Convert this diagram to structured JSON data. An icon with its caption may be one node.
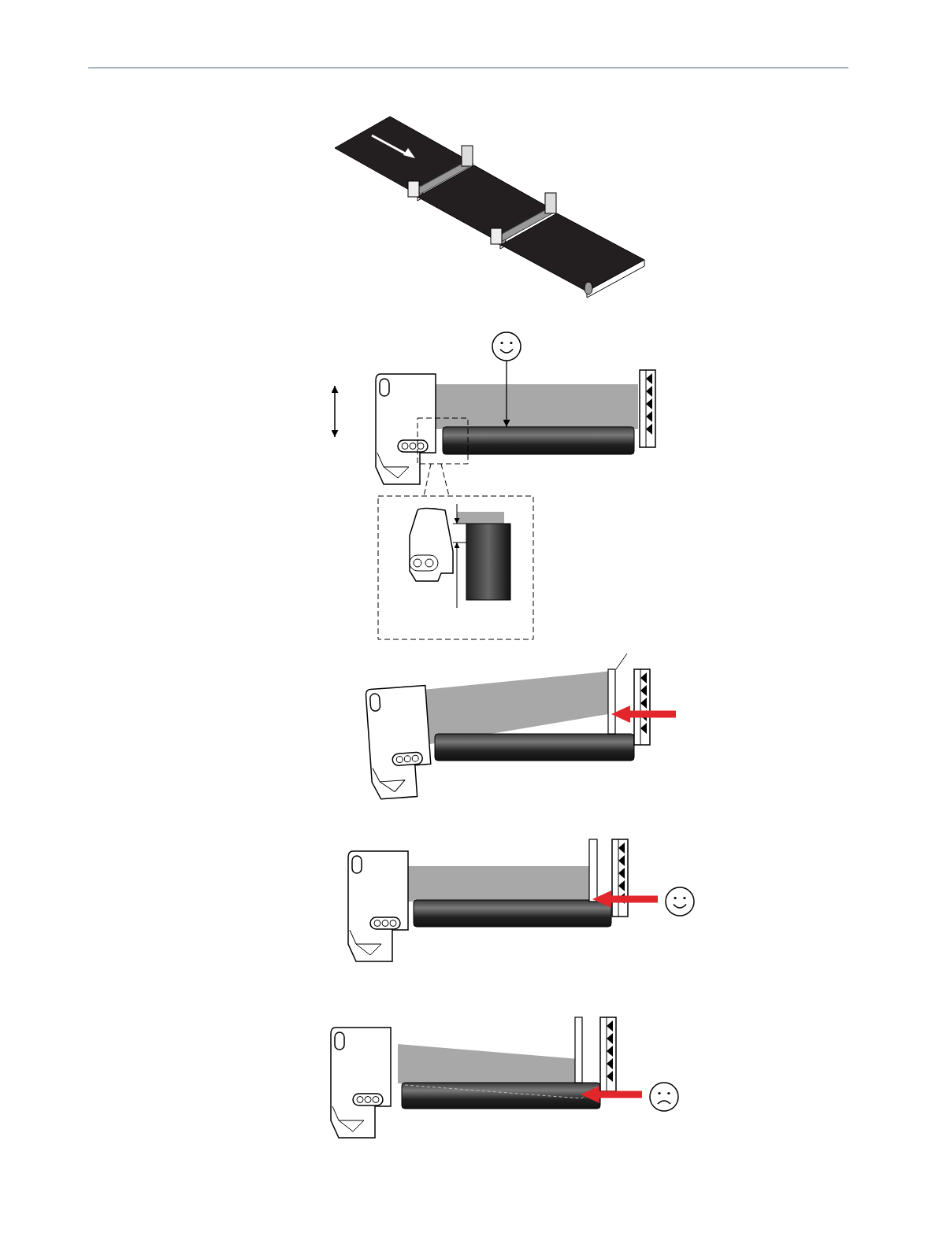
{
  "diagram": {
    "nodes": [
      {
        "text": [],
        "shape": "circle"
      },
      {
        "text": [],
        "shape": "cylinder"
      }
    ],
    "edges": [
      {
        "from": 0,
        "to": 1,
        "arrow": "to"
      }
    ]
  }
}
